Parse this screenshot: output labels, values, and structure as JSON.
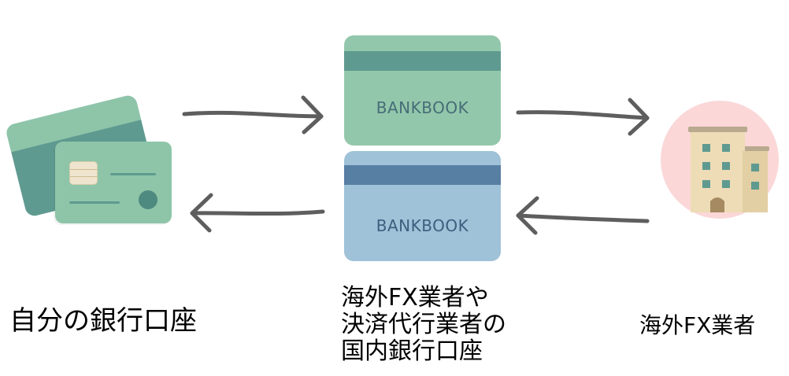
{
  "bankbook_top": {
    "label": "BANKBOOK"
  },
  "bankbook_bottom": {
    "label": "BANKBOOK"
  },
  "labels": {
    "left": "自分の銀行口座",
    "middle_lines": [
      "海外FX業者や",
      "決済代行業者の",
      "国内銀行口座"
    ],
    "right": "海外FX業者"
  },
  "colors": {
    "card_green_light": "#8ec5a9",
    "card_green_dark": "#5f9a90",
    "bankbook_green": "#93c7ab",
    "bankbook_blue": "#9fc2d8",
    "bankbook_blue_band": "#577ea3",
    "building_circle": "#fbd7d7",
    "arrow": "#5e5e5e"
  }
}
